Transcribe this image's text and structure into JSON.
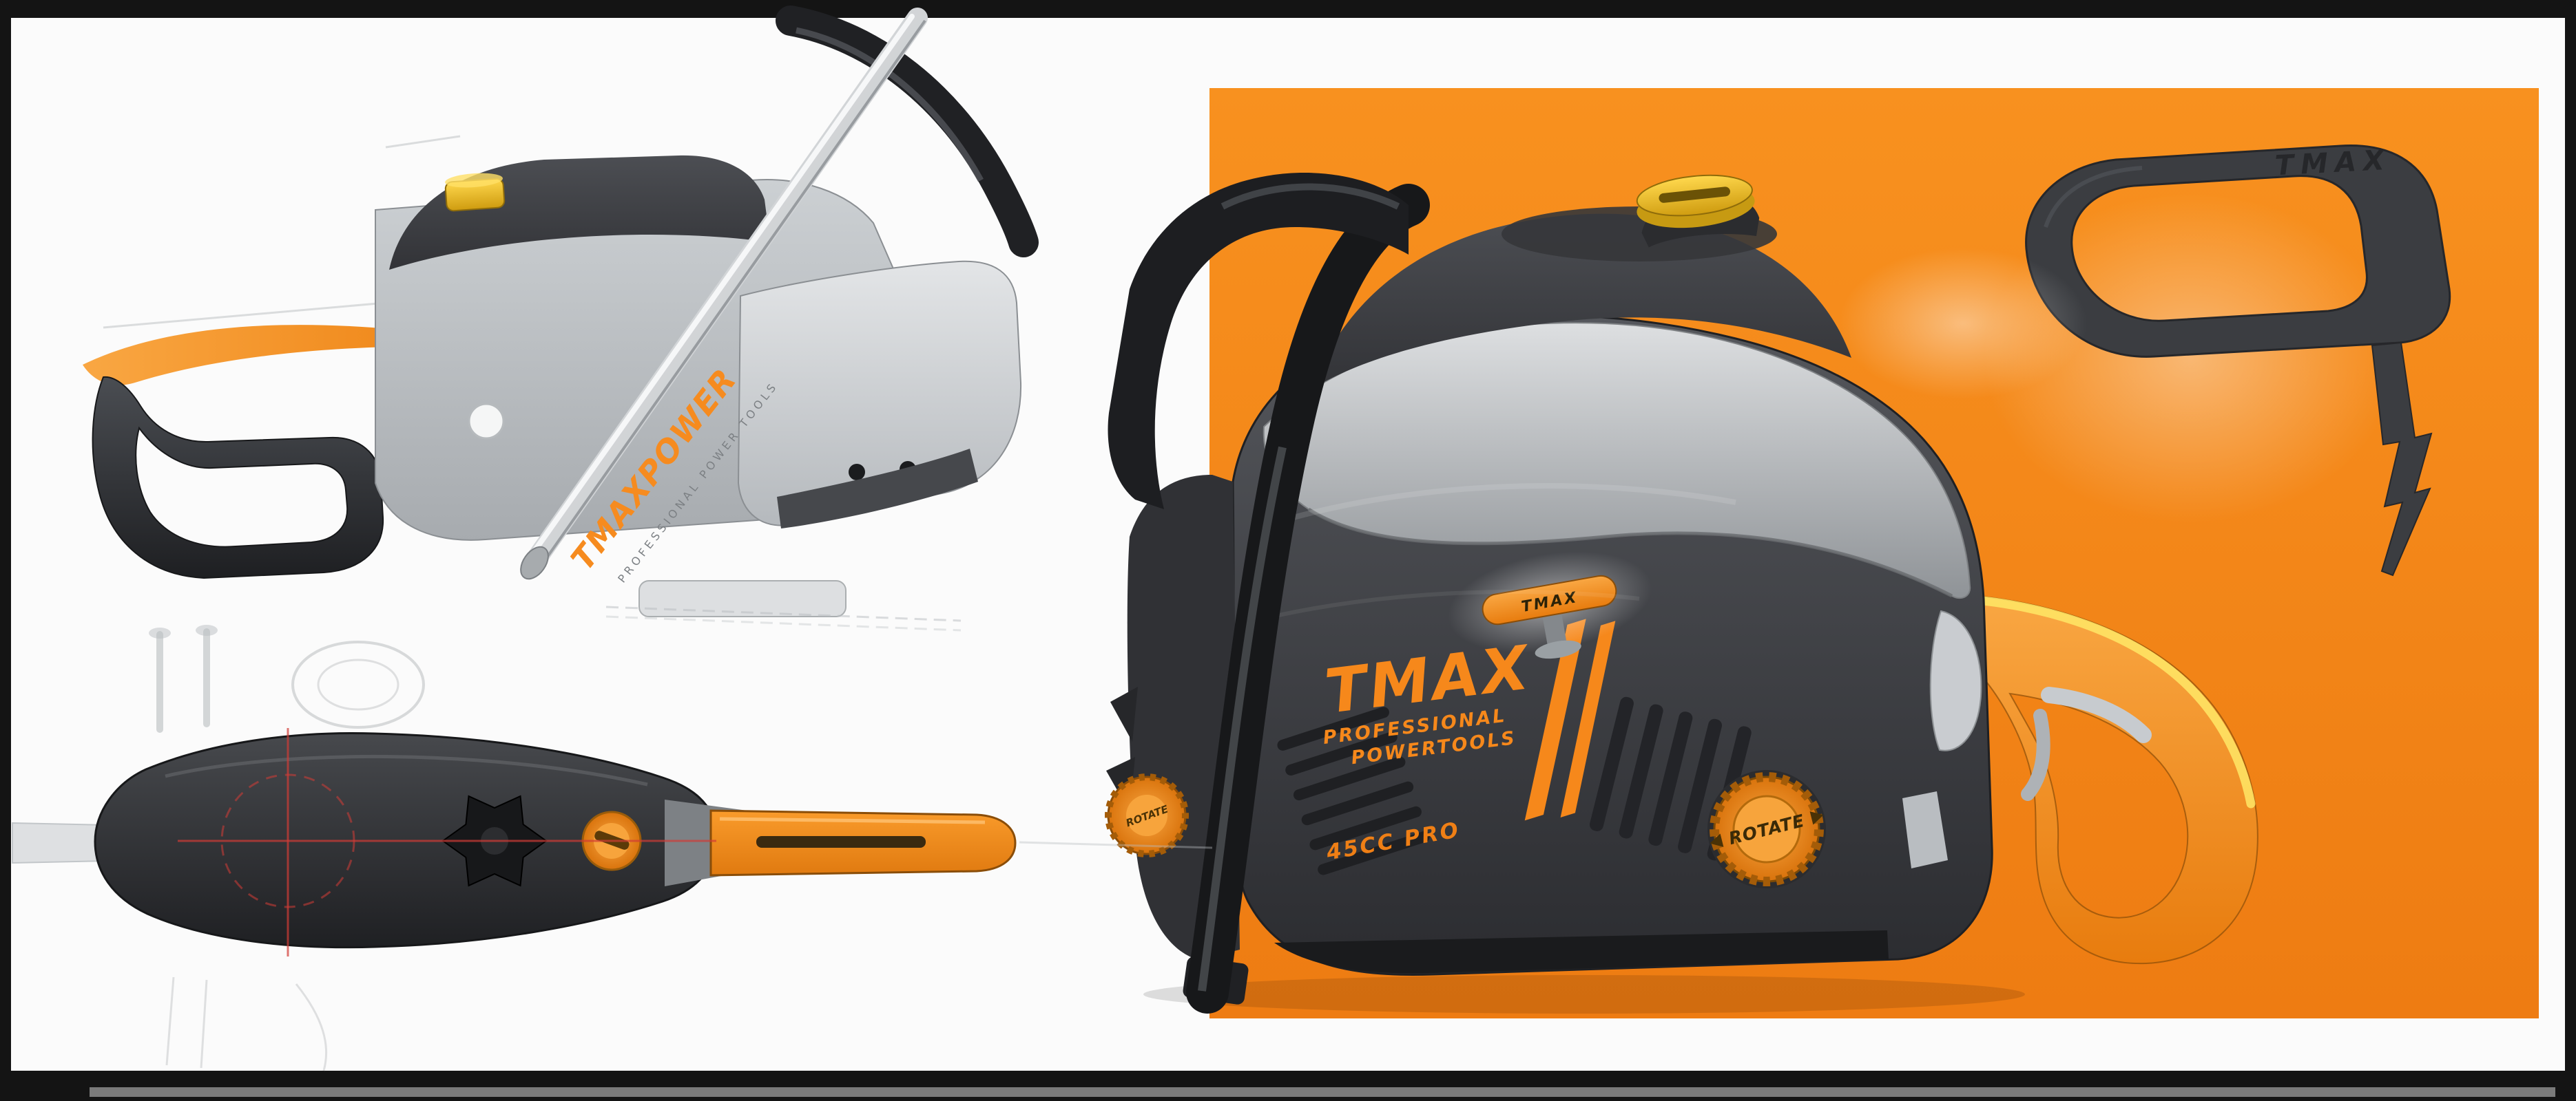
{
  "meta": {
    "title": "TMAX professional chainsaw concept design board"
  },
  "colors": {
    "orange": "#F6871F",
    "orange_dark": "#E07A10",
    "yellow": "#F2C12E",
    "charcoal": "#2E2F33",
    "light_gray": "#C9CCD0",
    "canvas_white": "#FBFBFB",
    "frame_dark": "#141414",
    "guide_red": "#D23C36"
  },
  "main_render": {
    "brand": "TMAX",
    "tagline_line1": "PROFESSIONAL",
    "tagline_line2": "POWERTOOLS",
    "engine_label": "45CC PRO",
    "rotate_cap_label": "ROTATE",
    "front_cap_label": "ROTATE",
    "starter_label": "TMAX"
  },
  "side_sketch": {
    "brand_vertical": "TMAXPOWER",
    "tagline": "PROFESSIONAL POWER TOOLS"
  },
  "handle_sketch": {
    "brand": "TMAX"
  }
}
